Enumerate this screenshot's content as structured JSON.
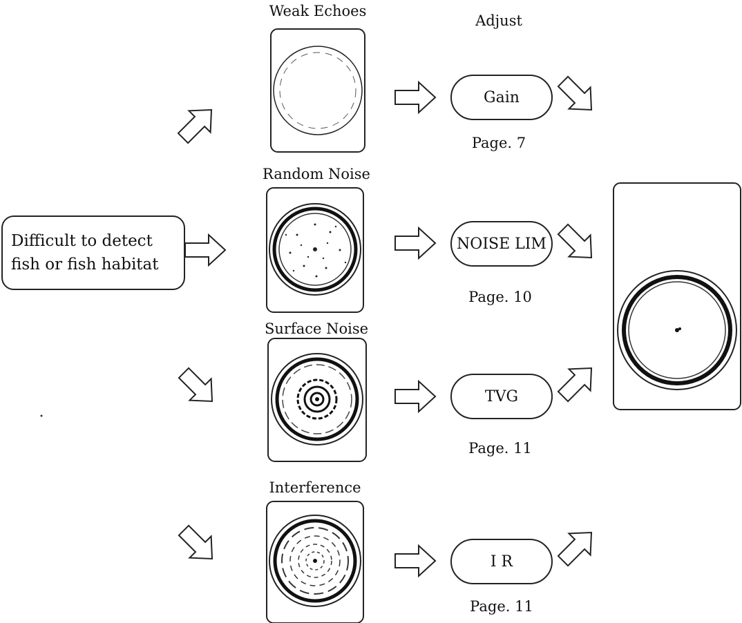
{
  "header": {
    "adjust": "Adjust"
  },
  "start": {
    "line1": "Difficult to detect",
    "line2": "fish or fish habitat"
  },
  "conditions": [
    {
      "label": "Weak Echoes",
      "control": "Gain",
      "page": "Page. 7"
    },
    {
      "label": "Random Noise",
      "control": "NOISE LIM",
      "page": "Page. 10"
    },
    {
      "label": "Surface Noise",
      "control": "TVG",
      "page": "Page. 11"
    },
    {
      "label": "Interference",
      "control": "I R",
      "page": "Page. 11"
    }
  ],
  "colors": {
    "line": "#222222",
    "background": "#ffffff"
  },
  "icons": [
    "hollow-arrow-right",
    "hollow-arrow-diagonal"
  ]
}
